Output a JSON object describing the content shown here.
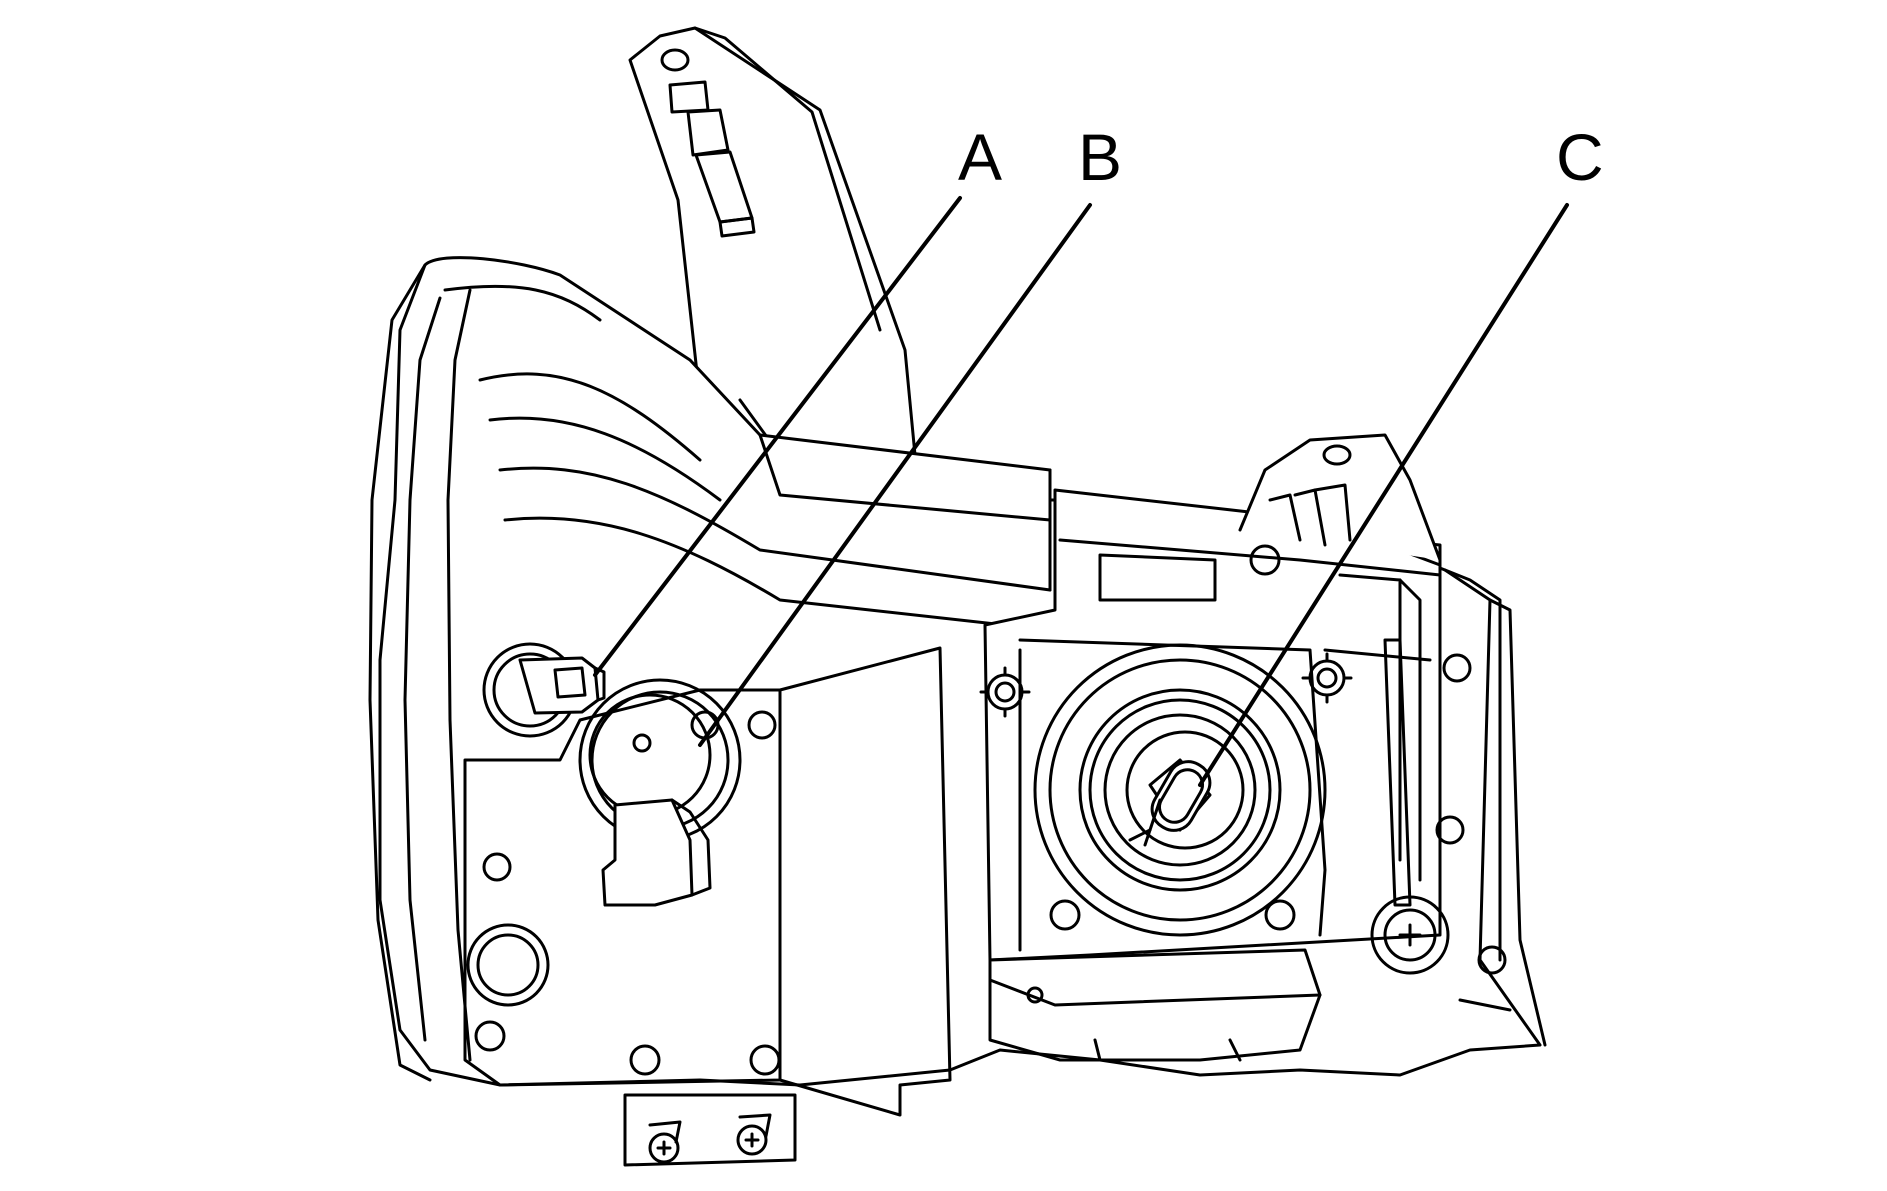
{
  "diagram": {
    "callouts": [
      {
        "id": "A",
        "label": "A"
      },
      {
        "id": "B",
        "label": "B"
      },
      {
        "id": "C",
        "label": "C"
      }
    ]
  },
  "colors": {
    "line": "#000000",
    "fill": "#ffffff"
  }
}
